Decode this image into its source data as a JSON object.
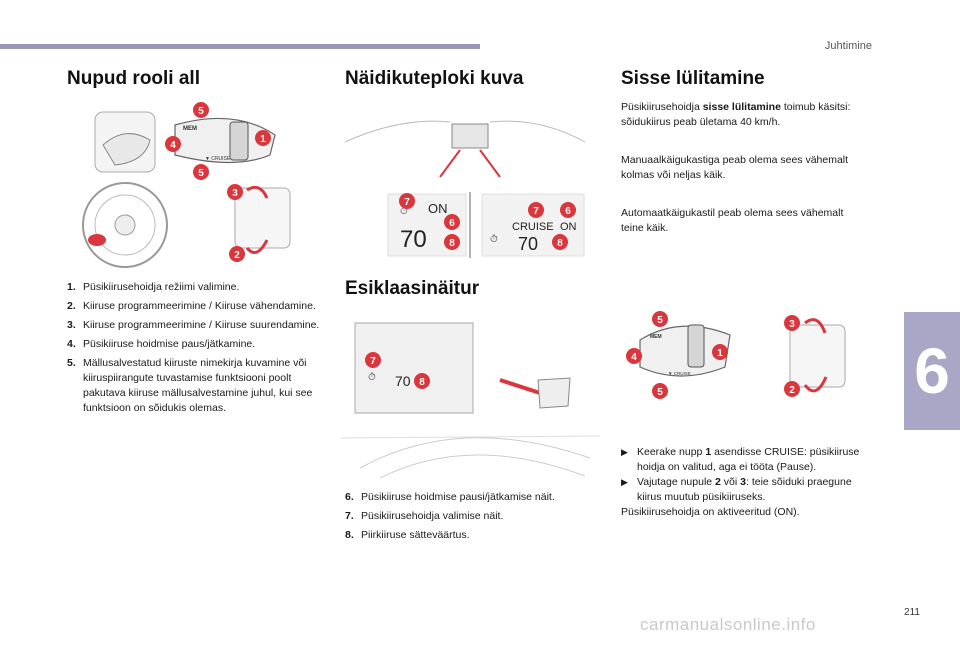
{
  "header": {
    "section": "Juhtimine",
    "chapter": "6",
    "page": "211"
  },
  "watermark": "carmanualsonline.info",
  "col1": {
    "title": "Nupud rooli all",
    "items": [
      {
        "n": "1.",
        "text": "Püsikiirusehoidja režiimi valimine."
      },
      {
        "n": "2.",
        "text": "Kiiruse programmeerimine / Kiiruse vähendamine."
      },
      {
        "n": "3.",
        "text": "Kiiruse programmeerimine / Kiiruse suurendamine."
      },
      {
        "n": "4.",
        "text": "Püsikiiruse hoidmise paus/jätkamine."
      },
      {
        "n": "5.",
        "text": "Mällusalvestatud kiiruste nimekirja kuvamine või kiiruspiirangute tuvastamise funktsiooni poolt pakutava kiiruse mällusalvestamine juhul, kui see funktsioon on sõidukis olemas."
      }
    ]
  },
  "col2": {
    "title1": "Näidikuteploki kuva",
    "title2": "Esiklaasinäitur",
    "display_on": "ON",
    "display_cruise": "CRUISE",
    "display_speed": "70",
    "items": [
      {
        "n": "6.",
        "text": "Püsikiiruse hoidmise pausi/jätkamise näit."
      },
      {
        "n": "7.",
        "text": "Püsikiirusehoidja valimise näit."
      },
      {
        "n": "8.",
        "text": "Piirkiiruse sätteväärtus."
      }
    ]
  },
  "col3": {
    "title": "Sisse lülitamine",
    "p1_pre": "Püsikiirusehoidja ",
    "p1_bold": "sisse lülitamine",
    "p1_post": " toimub käsitsi: sõidukiirus peab ületama 40 km/h.",
    "p2": "Manuaalkäigukastiga peab olema sees vähemalt kolmas või neljas käik.",
    "p3": "Automaatkäigukastil peab olema sees vähemalt teine käik.",
    "b1_pre": "Keerake nupp ",
    "b1_bold": "1",
    "b1_post": " asendisse CRUISE: püsikiiruse hoidja on valitud, aga ei tööta (Pause).",
    "b2_pre": "Vajutage nupule ",
    "b2_bold1": "2",
    "b2_mid": " või ",
    "b2_bold2": "3",
    "b2_post": ": teie sõiduki praegune kiirus muutub püsikiiruseks.",
    "final": "Püsikiirusehoidja on aktiveeritud (ON)."
  },
  "labels": {
    "one": "1",
    "two": "2",
    "three": "3",
    "four": "4",
    "five": "5",
    "six": "6",
    "seven": "7",
    "eight": "8"
  },
  "colors": {
    "accent": "#d9363e",
    "tab": "#a9a6c6",
    "bar": "#9a96b8"
  }
}
